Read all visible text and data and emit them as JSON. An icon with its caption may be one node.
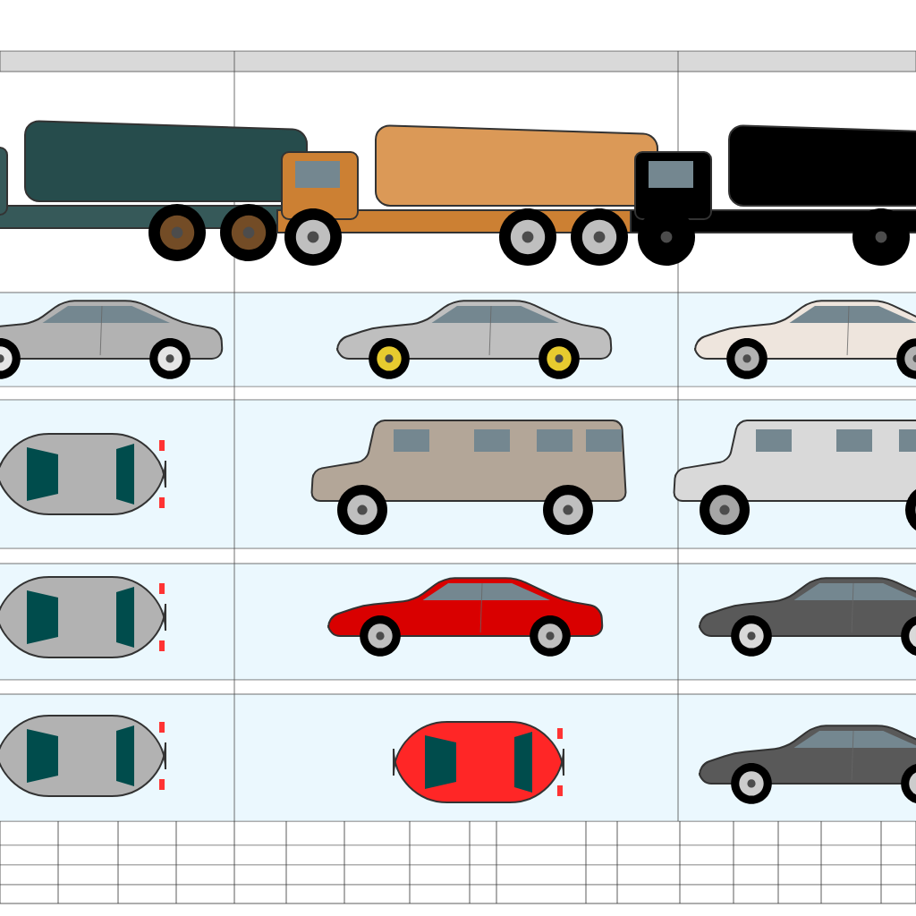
{
  "diagram": {
    "nodes": [
      {
        "text": [],
        "shape": "picture"
      },
      {
        "text": [],
        "shape": "picture"
      },
      {
        "text": [],
        "shape": "picture"
      },
      {
        "text": [],
        "shape": "picture"
      },
      {
        "text": [],
        "shape": "picture"
      },
      {
        "text": [],
        "shape": "picture"
      },
      {
        "text": [],
        "shape": "picture"
      },
      {
        "text": [],
        "shape": "picture"
      },
      {
        "text": [],
        "shape": "picture"
      },
      {
        "text": [],
        "shape": "picture"
      },
      {
        "text": [],
        "shape": "picture"
      },
      {
        "text": [],
        "shape": "picture"
      },
      {
        "text": [],
        "shape": "picture"
      },
      {
        "text": [],
        "shape": "picture"
      },
      {
        "text": [],
        "shape": "picture"
      }
    ]
  }
}
